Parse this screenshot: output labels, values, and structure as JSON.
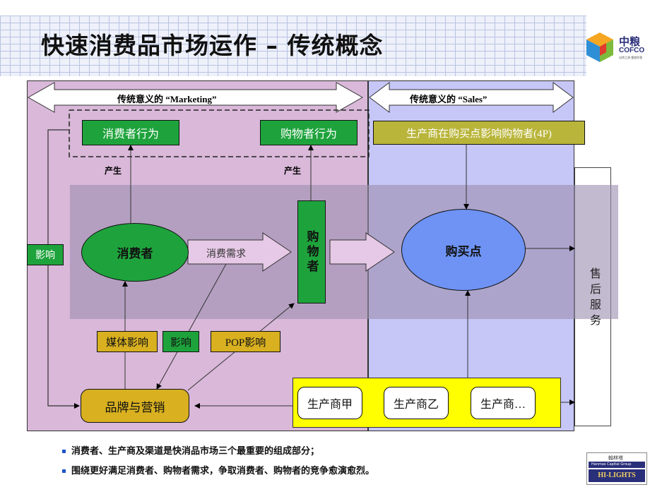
{
  "title": "快速消费品市场运作 – 传统概念",
  "logo": {
    "cn": "中粮",
    "en": "COFCO",
    "tagline": "自然之源 重塑你我"
  },
  "regions": {
    "marketing_label": "传统意义的 “Marketing”",
    "sales_label": "传统意义的 “Sales”"
  },
  "nodes": {
    "consumer_behavior": "消费者行为",
    "shopper_behavior": "购物者行为",
    "manufacturer_4p": "生产商在购买点影响购物者(4P)",
    "produce_left": "产生",
    "produce_right": "产生",
    "influence_left": "影响",
    "consumer": "消费者",
    "consumer_demand": "消费需求",
    "shopper": "购物者",
    "point_of_purchase": "购买点",
    "after_sales": "售后服务",
    "media_influence": "媒体影响",
    "influence_mid": "影响",
    "pop_influence": "POP影响",
    "brand_marketing": "品牌与营销",
    "manufacturer_a": "生产商甲",
    "manufacturer_b": "生产商乙",
    "manufacturer_etc": "生产商…"
  },
  "bullets": [
    "消费者、生产商及渠道是快消品市场三个最重要的组成部分；",
    "围绕更好满足消费者、购物者需求，争取消费者、购物者的竞争愈演愈烈。"
  ],
  "footer_logo": {
    "top": "翰林塔",
    "mid": "Hanmas Capital Group",
    "bottom": "HI-LIGHTS"
  },
  "colors": {
    "marketing_bg": "#d9b8d9",
    "sales_bg": "#c6c6f7",
    "band": "#9c8fb0",
    "green": "#1ea33c",
    "gold": "#d8b020",
    "olive": "#b9b53a",
    "blue_ellipse": "#6e93f5",
    "yellow": "#ffff00"
  }
}
